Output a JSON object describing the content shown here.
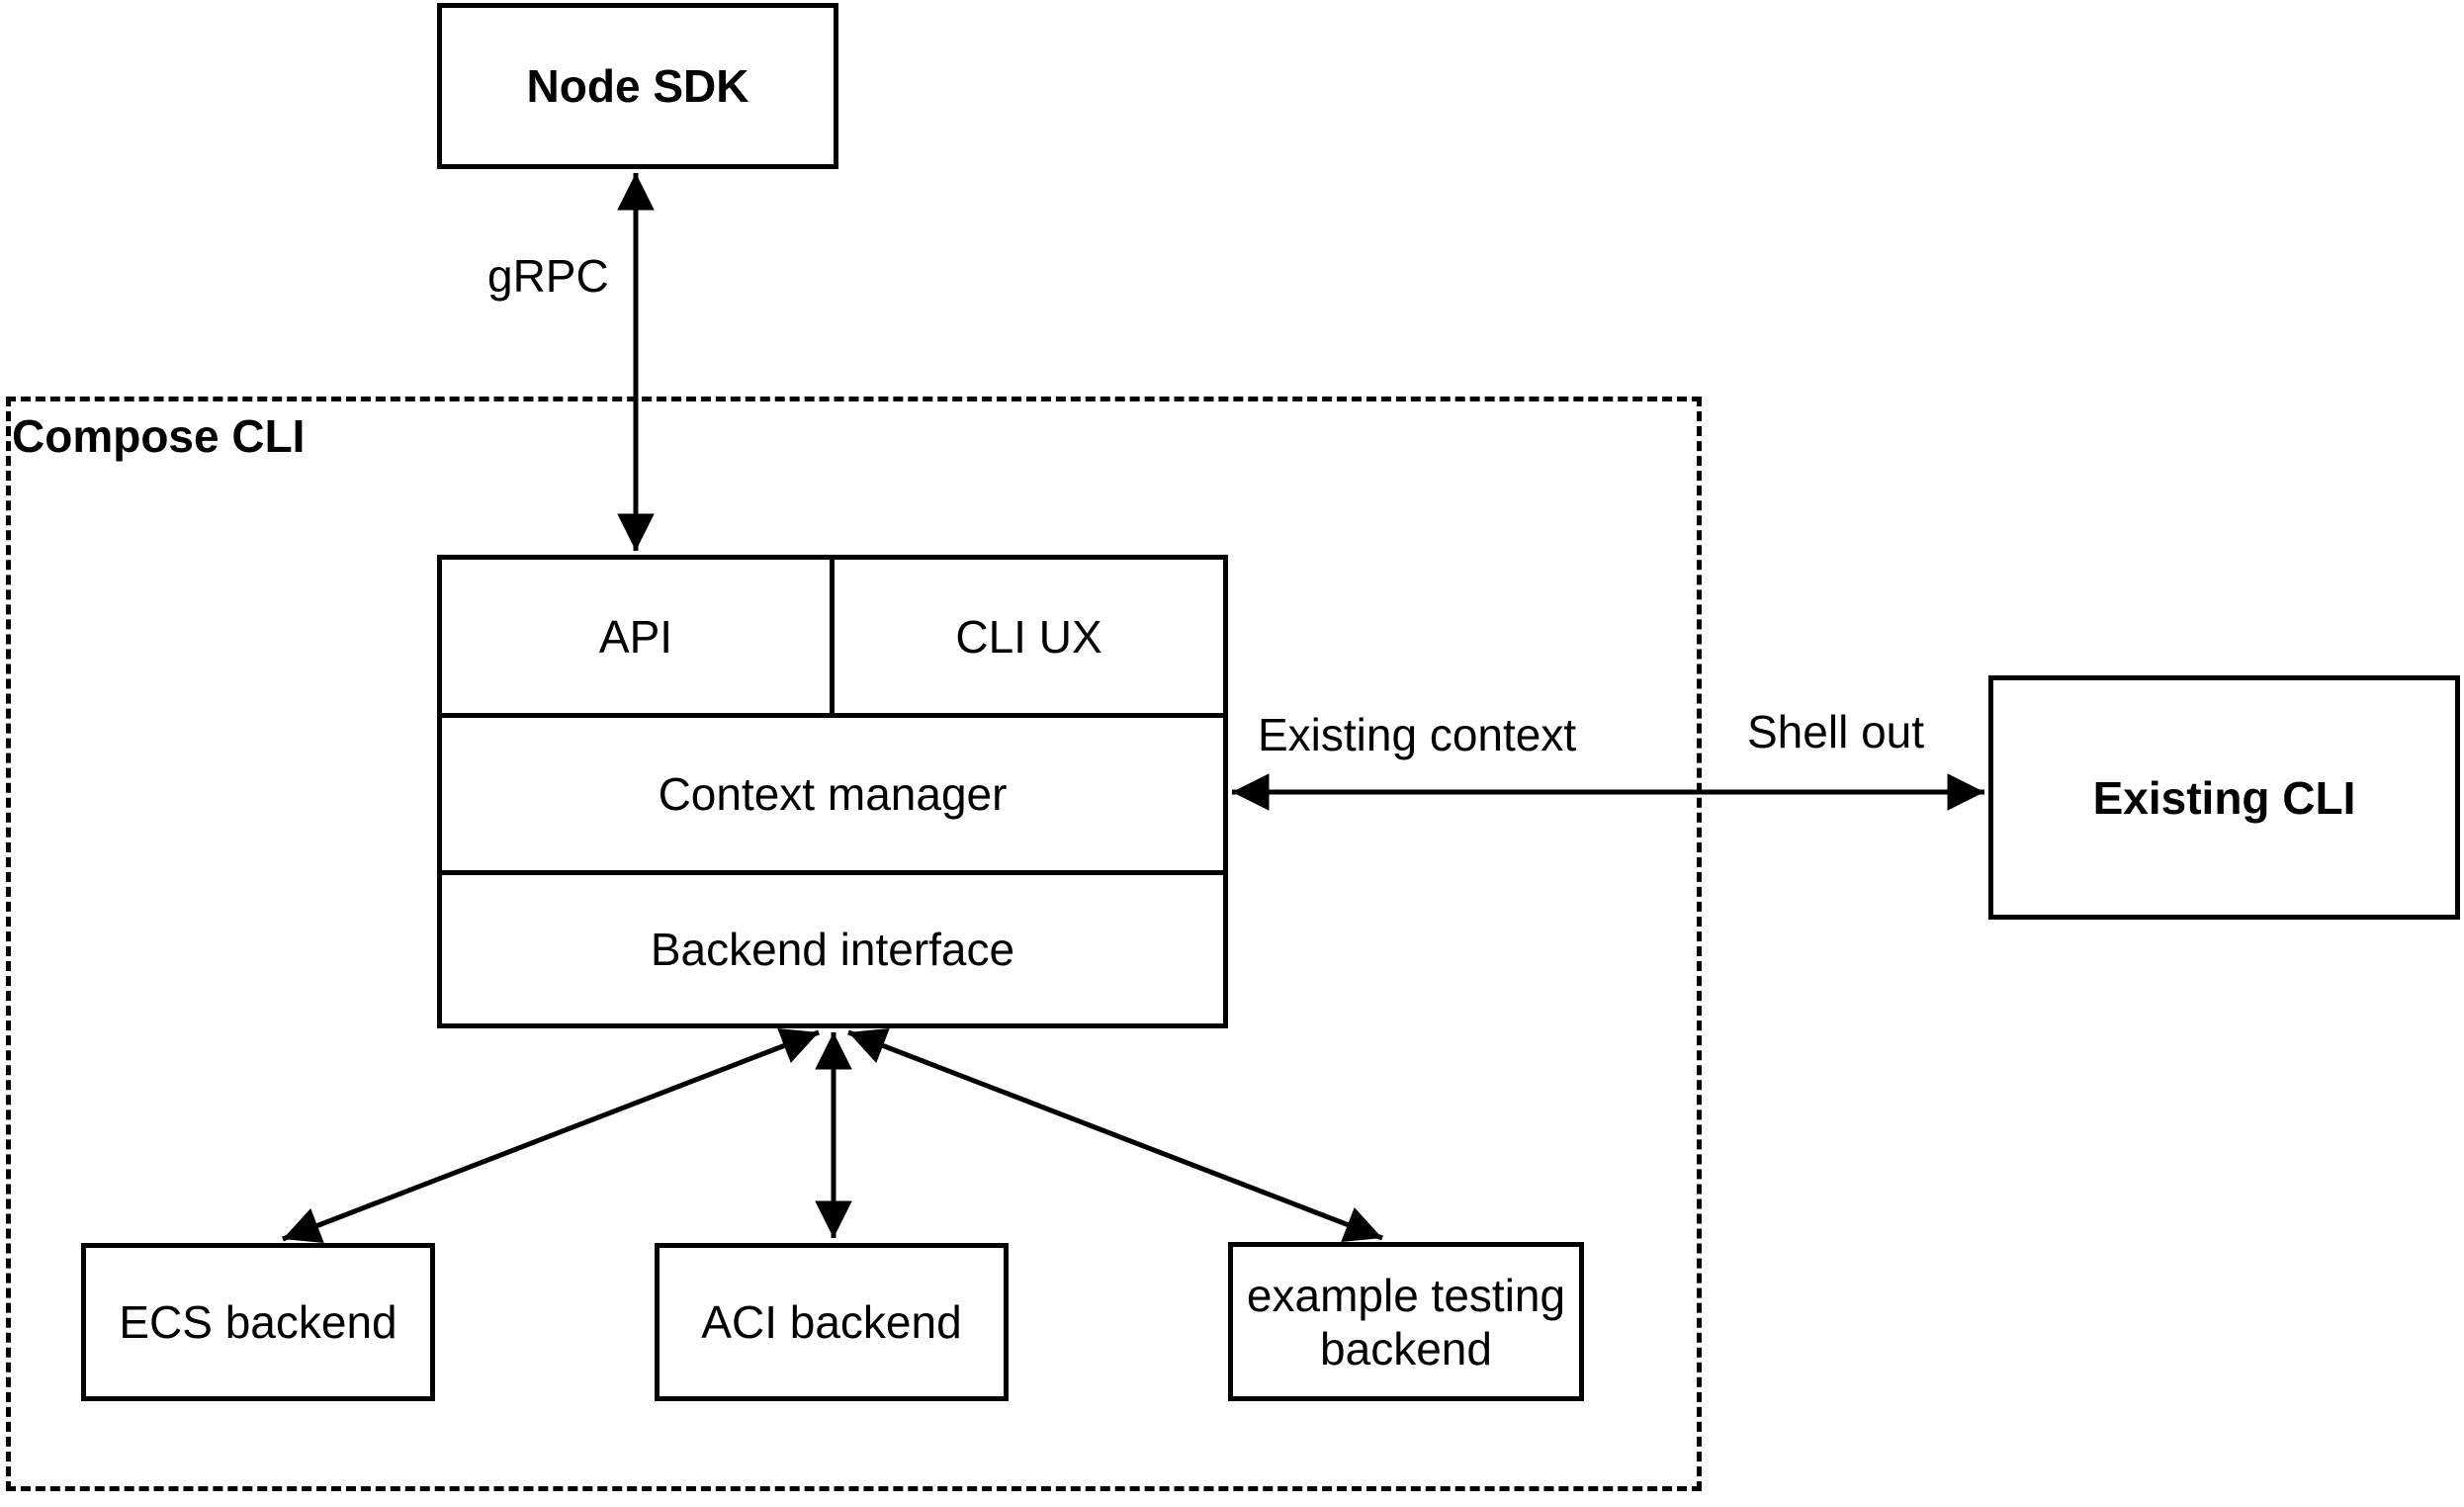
{
  "diagram": {
    "background_color": "#ffffff",
    "stroke_color": "#000000",
    "container": {
      "label": "Compose CLI"
    },
    "nodes": {
      "node_sdk": "Node SDK",
      "api": "API",
      "cli_ux": "CLI UX",
      "context_manager": "Context manager",
      "backend_interface": "Backend interface",
      "existing_cli": "Existing CLI",
      "ecs_backend": "ECS backend",
      "aci_backend": "ACI backend",
      "example_testing_backend": "example testing backend"
    },
    "edge_labels": {
      "grpc": "gRPC",
      "existing_context": "Existing context",
      "shell_out": "Shell out"
    }
  }
}
